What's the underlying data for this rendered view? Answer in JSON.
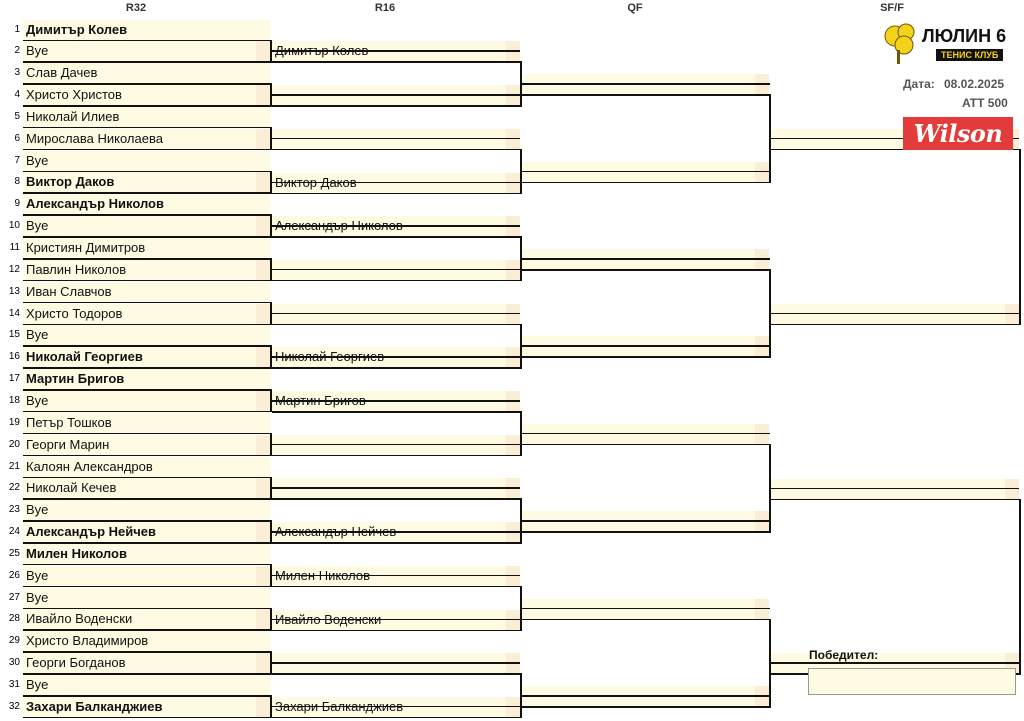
{
  "rounds": [
    "R32",
    "R16",
    "QF",
    "SF/F"
  ],
  "r32": [
    {
      "seed": "1",
      "name": "Димитър Колев",
      "bold": true
    },
    {
      "seed": "2",
      "name": "Bye",
      "bold": false
    },
    {
      "seed": "3",
      "name": "Слав Дачев",
      "bold": false
    },
    {
      "seed": "4",
      "name": "Христо Христов",
      "bold": false
    },
    {
      "seed": "5",
      "name": "Николай Илиев",
      "bold": false
    },
    {
      "seed": "6",
      "name": "Мирослава Николаева",
      "bold": false
    },
    {
      "seed": "7",
      "name": "Bye",
      "bold": false
    },
    {
      "seed": "8",
      "name": "Виктор Даков",
      "bold": true
    },
    {
      "seed": "9",
      "name": "Александър Николов",
      "bold": true
    },
    {
      "seed": "10",
      "name": "Bye",
      "bold": false
    },
    {
      "seed": "11",
      "name": "Кристиян Димитров",
      "bold": false
    },
    {
      "seed": "12",
      "name": "Павлин Николов",
      "bold": false
    },
    {
      "seed": "13",
      "name": "Иван Славчов",
      "bold": false
    },
    {
      "seed": "14",
      "name": "Христо Тодоров",
      "bold": false
    },
    {
      "seed": "15",
      "name": "Bye",
      "bold": false
    },
    {
      "seed": "16",
      "name": "Николай Георгиев",
      "bold": true
    },
    {
      "seed": "17",
      "name": "Мартин Бригов",
      "bold": true
    },
    {
      "seed": "18",
      "name": "Bye",
      "bold": false
    },
    {
      "seed": "19",
      "name": "Петър Тошков",
      "bold": false
    },
    {
      "seed": "20",
      "name": "Георги Марин",
      "bold": false
    },
    {
      "seed": "21",
      "name": "Калоян Александров",
      "bold": false
    },
    {
      "seed": "22",
      "name": "Николай Кечев",
      "bold": false
    },
    {
      "seed": "23",
      "name": "Bye",
      "bold": false
    },
    {
      "seed": "24",
      "name": "Александър Нейчев",
      "bold": true
    },
    {
      "seed": "25",
      "name": "Милен Николов",
      "bold": true
    },
    {
      "seed": "26",
      "name": "Bye",
      "bold": false
    },
    {
      "seed": "27",
      "name": "Bye",
      "bold": false
    },
    {
      "seed": "28",
      "name": "Ивайло Воденски",
      "bold": false
    },
    {
      "seed": "29",
      "name": "Христо Владимиров",
      "bold": false
    },
    {
      "seed": "30",
      "name": "Георги Богданов",
      "bold": false
    },
    {
      "seed": "31",
      "name": "Bye",
      "bold": false
    },
    {
      "seed": "32",
      "name": "Захари Балканджиев",
      "bold": true
    }
  ],
  "r16": [
    "Димитър Колев",
    "",
    "",
    "Виктор Даков",
    "Александър Николов",
    "",
    "",
    "Николай Георгиев",
    "Мартин Бригов",
    "",
    "",
    "Александър Нейчев",
    "Милен Николов",
    "Ивайло Воденски",
    "",
    "Захари Балканджиев"
  ],
  "qf": [
    "",
    "",
    "",
    "",
    "",
    "",
    "",
    ""
  ],
  "sf": [
    "",
    "",
    "",
    ""
  ],
  "final": [
    "",
    ""
  ],
  "club": {
    "name": "ЛЮЛИН 6",
    "subtitle": "ТЕНИС КЛУБ",
    "colors": {
      "ball": "#f5d21a",
      "bg": "#ffffff",
      "accent": "#111111"
    }
  },
  "date_label": "Дата:",
  "date": "08.02.2025",
  "category": "ATT 500",
  "sponsor": {
    "name": "Wilson",
    "color": "#e23b39"
  },
  "winner_label": "Победител:",
  "winner": ""
}
